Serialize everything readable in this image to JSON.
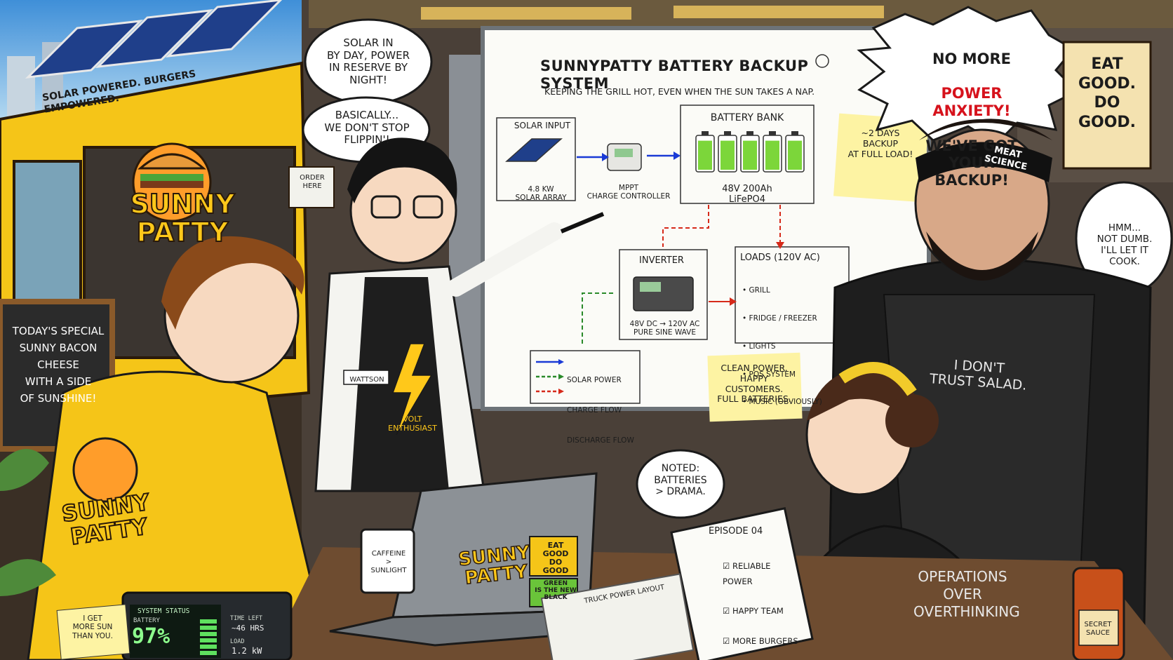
{
  "whiteboard": {
    "title": "SUNNYPATTY BATTERY BACKUP SYSTEM",
    "subtitle": "KEEPING THE GRILL HOT, EVEN WHEN THE SUN TAKES A NAP.",
    "solar_label": "SOLAR INPUT",
    "solar_caption": "4.8 kW\nSOLAR ARRAY",
    "mppt_caption": "MPPT\nCHARGE CONTROLLER",
    "battery_label": "BATTERY BANK",
    "battery_caption": "48V 200Ah\nLiFePO4",
    "battery_levels": [
      0.9,
      0.9,
      0.9,
      0.9,
      0.9
    ],
    "inverter_label": "INVERTER",
    "inverter_caption": "48V DC → 120V AC\nPURE SINE WAVE",
    "loads_label": "LOADS (120V AC)",
    "loads": [
      "• GRILL",
      "• FRIDGE / FREEZER",
      "• LIGHTS",
      "• POS SYSTEM",
      "• MUSIC (OBVIOUSLY)"
    ],
    "legend": [
      "SOLAR POWER",
      "CHARGE FLOW",
      "DISCHARGE FLOW"
    ],
    "legend_colors": [
      "#1a3ad6",
      "#2a8a2a",
      "#d62a1a"
    ],
    "sticky_backup": "~2 DAYS\nBACKUP\nAT FULL LOAD!",
    "sticky_clean": "CLEAN POWER.\nHAPPY CUSTOMERS.\nFULL BATTERIES."
  },
  "bubbles": {
    "wattson_1": "SOLAR IN\nBY DAY, POWER\nIN RESERVE BY\nNIGHT!",
    "wattson_2": "BASICALLY...\nWE DON'T STOP\nFLIPPIN'!",
    "burst_1": "NO MORE",
    "burst_red": "POWER ANXIETY!",
    "burst_2": "WE'VE GOT YOUR\nBACKUP!",
    "chef": "HMM...\nNOT DUMB.\nI'LL LET IT\nCOOK.",
    "noted": "NOTED:\nBATTERIES\n> DRAMA."
  },
  "truck": {
    "slogan": "SOLAR POWERED. BURGERS EMPOWERED.",
    "logo": "SUNNY\nPATTY",
    "order_sign": "ORDER\nHERE"
  },
  "chalkboard": "TODAY'S SPECIAL\nSUNNY BACON\nCHEESE\nWITH A SIDE\nOF SUNSHINE!",
  "jacket_logo": "SUNNY\nPATTY",
  "laptop_logo": "SUNNY\nPATTY",
  "laptop_sticker_eat": "EAT\nGOOD\nDO\nGOOD",
  "laptop_sticker_green": "GREEN\nIS THE NEW\nBLACK",
  "wall_sign": "EAT\nGOOD.\nDO\nGOOD.",
  "chef": {
    "headband": "MEAT\nSCIENCE",
    "apron": "I DON'T\nTRUST SALAD."
  },
  "wattson": {
    "name_tag": "WATTSON",
    "shirt": "VOLT\nENTHUSIAST"
  },
  "mug": "CAFFEINE\n>\nSUNLIGHT",
  "sun_note": "I GET\nMORE SUN\nTHAN YOU.",
  "notebook": {
    "title": "EPISODE 04",
    "items": [
      "☑ RELIABLE POWER",
      "☑ HAPPY TEAM",
      "☑ MORE BURGERS"
    ]
  },
  "ops_shirt": "OPERATIONS\nOVER\nOVERTHINKING",
  "sauce": "SECRET\nSAUCE",
  "layout_paper": "TRUCK POWER LAYOUT",
  "status_device": {
    "title": "SYSTEM STATUS",
    "battery_label": "BATTERY",
    "battery_pct": "97%",
    "battery_level": 0.97,
    "time_left_label": "TIME LEFT",
    "time_left": "~46 HRS",
    "load_label": "LOAD",
    "load": "1.2 kW"
  },
  "colors": {
    "truck_yellow": "#f5c518",
    "whiteboard": "#fbfbf7",
    "burst_red": "#d6121c",
    "sticky": "#fdf3a3"
  }
}
